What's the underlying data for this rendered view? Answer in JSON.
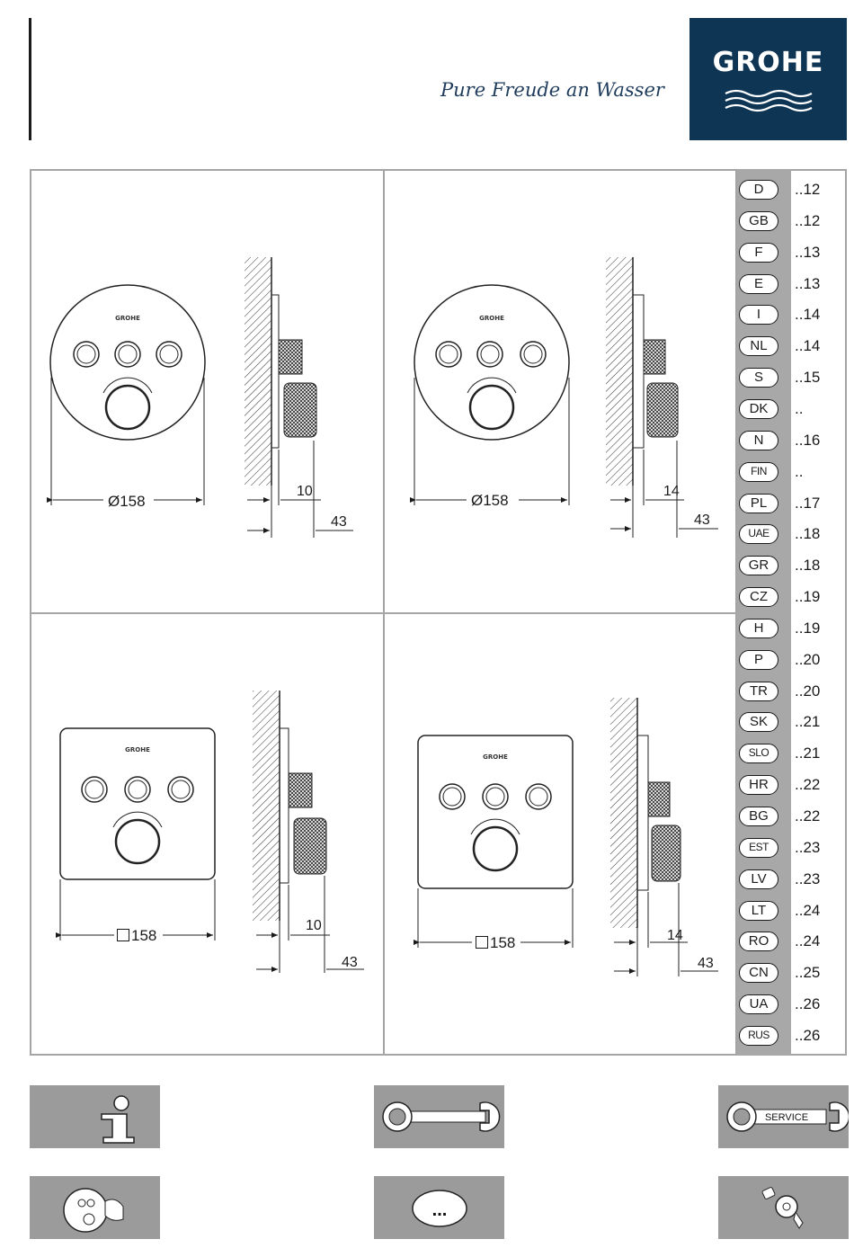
{
  "header": {
    "brand": "GROHE",
    "tagline": "Pure Freude an Wasser"
  },
  "panels": [
    {
      "id": "round-10",
      "shape": "round",
      "width_label": "Ø158",
      "depth_label": "10",
      "total_label": "43"
    },
    {
      "id": "round-14",
      "shape": "round",
      "width_label": "Ø158",
      "depth_label": "14",
      "total_label": "43"
    },
    {
      "id": "square-10",
      "shape": "square",
      "width_label": "158",
      "depth_label": "10",
      "total_label": "43"
    },
    {
      "id": "square-14",
      "shape": "square",
      "width_label": "158",
      "depth_label": "14",
      "total_label": "43"
    }
  ],
  "languages": [
    {
      "code": "D",
      "page": "..12"
    },
    {
      "code": "GB",
      "page": "..12"
    },
    {
      "code": "F",
      "page": "..13"
    },
    {
      "code": "E",
      "page": "..13"
    },
    {
      "code": "I",
      "page": "..14"
    },
    {
      "code": "NL",
      "page": "..14"
    },
    {
      "code": "S",
      "page": "..15"
    },
    {
      "code": "DK",
      "page": ".."
    },
    {
      "code": "N",
      "page": "..16"
    },
    {
      "code": "FIN",
      "page": ".."
    },
    {
      "code": "PL",
      "page": "..17"
    },
    {
      "code": "UAE",
      "page": "..18"
    },
    {
      "code": "GR",
      "page": "..18"
    },
    {
      "code": "CZ",
      "page": "..19"
    },
    {
      "code": "H",
      "page": "..19"
    },
    {
      "code": "P",
      "page": "..20"
    },
    {
      "code": "TR",
      "page": "..20"
    },
    {
      "code": "SK",
      "page": "..21"
    },
    {
      "code": "SLO",
      "page": "..21"
    },
    {
      "code": "HR",
      "page": "..22"
    },
    {
      "code": "BG",
      "page": "..22"
    },
    {
      "code": "EST",
      "page": "..23"
    },
    {
      "code": "LV",
      "page": "..23"
    },
    {
      "code": "LT",
      "page": "..24"
    },
    {
      "code": "RO",
      "page": "..24"
    },
    {
      "code": "CN",
      "page": "..25"
    },
    {
      "code": "UA",
      "page": "..26"
    },
    {
      "code": "RUS",
      "page": "..26"
    }
  ],
  "footer_icons": [
    {
      "name": "info-icon"
    },
    {
      "name": "wrench-icon"
    },
    {
      "name": "service-icon",
      "label": "SERVICE"
    },
    {
      "name": "installation-icon"
    },
    {
      "name": "more-icon",
      "label": "..."
    },
    {
      "name": "maintenance-icon"
    }
  ],
  "colors": {
    "brand": "#0f3555",
    "panel_gray": "#a8a8a8",
    "frame": "#a5a5a5"
  }
}
